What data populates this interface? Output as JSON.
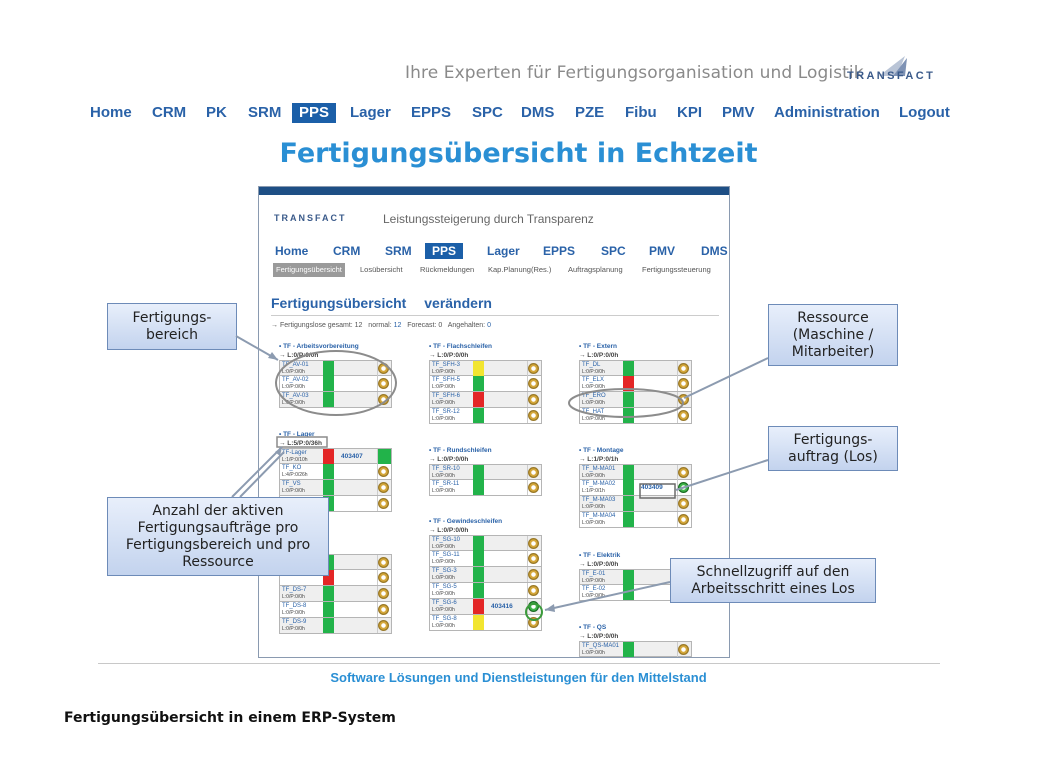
{
  "header": {
    "slogan": "Ihre Experten für Fertigungsorganisation und Logistik",
    "logo": "TRANSFACT"
  },
  "top_nav": [
    "Home",
    "CRM",
    "PK",
    "SRM",
    "PPS",
    "Lager",
    "EPPS",
    "SPC",
    "DMS",
    "PZE",
    "Fibu",
    "KPI",
    "PMV",
    "Administration",
    "Logout"
  ],
  "active_top_nav": "PPS",
  "page_title": "Fertigungsübersicht in Echtzeit",
  "app": {
    "logo": "TRANSFACT",
    "slogan": "Leistungssteigerung durch Transparenz",
    "nav": [
      "Home",
      "CRM",
      "SRM",
      "PPS",
      "Lager",
      "EPPS",
      "SPC",
      "PMV",
      "DMS"
    ],
    "active_nav": "PPS",
    "subnav": [
      "Fertigungsübersicht",
      "Losübersicht",
      "Rückmeldungen",
      "Kap.Planung(Res.)",
      "Auftragsplanung",
      "Fertigungssteuerung"
    ],
    "active_subnav": "Fertigungsübersicht",
    "heading": "Fertigungsübersicht",
    "heading_action": "verändern",
    "stats": {
      "total_label": "→ Fertigungslose gesamt:",
      "total": "12",
      "normal_label": "normal:",
      "normal": "12",
      "forecast_label": "Forecast:",
      "forecast": "0",
      "held_label": "Angehalten:",
      "held": "0"
    },
    "groups": [
      {
        "title": "• TF - Arbeitsvorbereitung",
        "summary": "→ L:0/P:0/0h",
        "rows": [
          {
            "name": "TF_AV-01",
            "count": "L:0/P:0/0h",
            "status": "green"
          },
          {
            "name": "TF_AV-02",
            "count": "L:0/P:0/0h",
            "status": "green"
          },
          {
            "name": "TF_AV-03",
            "count": "L:0/P:0/0h",
            "status": "green"
          }
        ]
      },
      {
        "title": "• TF - Flachschleifen",
        "summary": "→ L:0/P:0/0h",
        "rows": [
          {
            "name": "TF_SFH-3",
            "count": "L:0/P:0/0h",
            "status": "yellow"
          },
          {
            "name": "TF_SFH-5",
            "count": "L:0/P:0/0h",
            "status": "green"
          },
          {
            "name": "TF_SFH-6",
            "count": "L:0/P:0/0h",
            "status": "red"
          },
          {
            "name": "TF_SR-12",
            "count": "L:0/P:0/0h",
            "status": "green"
          }
        ]
      },
      {
        "title": "• TF - Extern",
        "summary": "→ L:0/P:0/0h",
        "rows": [
          {
            "name": "TF_DL",
            "count": "L:0/P:0/0h",
            "status": "green"
          },
          {
            "name": "TF_ELX",
            "count": "L:0/P:0/0h",
            "status": "red"
          },
          {
            "name": "TF_ERO",
            "count": "L:0/P:0/0h",
            "status": "green"
          },
          {
            "name": "TF_HAT",
            "count": "L:0/P:0/0h",
            "status": "green"
          }
        ]
      },
      {
        "title": "• TF - Lager",
        "summary": "→ L:5/P:0/36h",
        "rows": [
          {
            "name": "TF-Lager",
            "count": "L:1/P:0/10h",
            "status": "red",
            "order": "403407",
            "gear": "green-block"
          },
          {
            "name": "TF_KO",
            "count": "L:4/P:0/26h",
            "status": "green"
          },
          {
            "name": "TF_VS",
            "count": "L:0/P:0/0h",
            "status": "green"
          },
          {
            "name": "",
            "count": "",
            "status": "green"
          }
        ]
      },
      {
        "title": "• TF - Rundschleifen",
        "summary": "→ L:0/P:0/0h",
        "rows": [
          {
            "name": "TF_SR-10",
            "count": "L:0/P:0/0h",
            "status": "green"
          },
          {
            "name": "TF_SR-11",
            "count": "L:0/P:0/0h",
            "status": "green"
          }
        ]
      },
      {
        "title": "• TF - Montage",
        "summary": "→ L:1/P:0/1h",
        "rows": [
          {
            "name": "TF_M-MA01",
            "count": "L:0/P:0/0h",
            "status": "green"
          },
          {
            "name": "TF_M-MA02",
            "count": "L:1/P:0/1h",
            "status": "green",
            "order": "403409",
            "gear": "green"
          },
          {
            "name": "TF_M-MA03",
            "count": "L:0/P:0/0h",
            "status": "green"
          },
          {
            "name": "TF_M-MA04",
            "count": "L:0/P:0/0h",
            "status": "green"
          }
        ]
      },
      {
        "title": "• TF - Gewindeschleifen",
        "summary": "→ L:0/P:0/0h",
        "rows": [
          {
            "name": "TF_SG-10",
            "count": "L:0/P:0/0h",
            "status": "green"
          },
          {
            "name": "TF_SG-11",
            "count": "L:0/P:0/0h",
            "status": "green"
          },
          {
            "name": "TF_SG-3",
            "count": "L:0/P:0/0h",
            "status": "green"
          },
          {
            "name": "TF_SG-5",
            "count": "L:0/P:0/0h",
            "status": "green"
          },
          {
            "name": "TF_SG-6",
            "count": "L:0/P:0/0h",
            "status": "red",
            "order": "403416",
            "gear": "green"
          },
          {
            "name": "TF_SG-8",
            "count": "L:0/P:0/0h",
            "status": "yellow"
          }
        ]
      },
      {
        "title": "• TF - Elektrik",
        "summary": "→ L:0/P:0/0h",
        "rows": [
          {
            "name": "TF_E-01",
            "count": "L:0/P:0/0h",
            "status": "green"
          },
          {
            "name": "TF_E-02",
            "count": "L:0/P:0/0h",
            "status": "green"
          }
        ]
      },
      {
        "title": "",
        "summary": "",
        "rows": [
          {
            "name": "",
            "count": "",
            "status": "green"
          },
          {
            "name": "",
            "count": "",
            "status": "red"
          },
          {
            "name": "TF_DS-7",
            "count": "L:0/P:0/0h",
            "status": "green"
          },
          {
            "name": "TF_DS-8",
            "count": "L:0/P:0/0h",
            "status": "green"
          },
          {
            "name": "TF_DS-9",
            "count": "L:0/P:0/0h",
            "status": "green"
          }
        ]
      },
      {
        "title": "• TF - QS",
        "summary": "→ L:0/P:0/0h",
        "rows": [
          {
            "name": "TF_QS-MA01",
            "count": "L:0/P:0/0h",
            "status": "green"
          }
        ]
      }
    ]
  },
  "callouts": {
    "area": "Fertigungs-\nbereich",
    "resource": "Ressource\n(Maschine /\nMitarbeiter)",
    "order": "Fertigungs-\nauftrag (Los)",
    "count": "Anzahl der aktiven\nFertigungsaufträge pro\nFertigungsbereich und pro\nRessource",
    "quick": "Schnellzugriff auf den\nArbeitsschritt eines Los"
  },
  "footer_slogan": "Software Lösungen und Dienstleistungen für den Mittelstand",
  "caption": "Fertigungsübersicht in einem ERP-System",
  "colors": {
    "accent": "#2a8fd4",
    "nav": "#2a62a8",
    "nav_active_bg": "#1b5fa8",
    "status_green": "#22b34a",
    "status_red": "#e32626",
    "status_yellow": "#f2e530"
  }
}
